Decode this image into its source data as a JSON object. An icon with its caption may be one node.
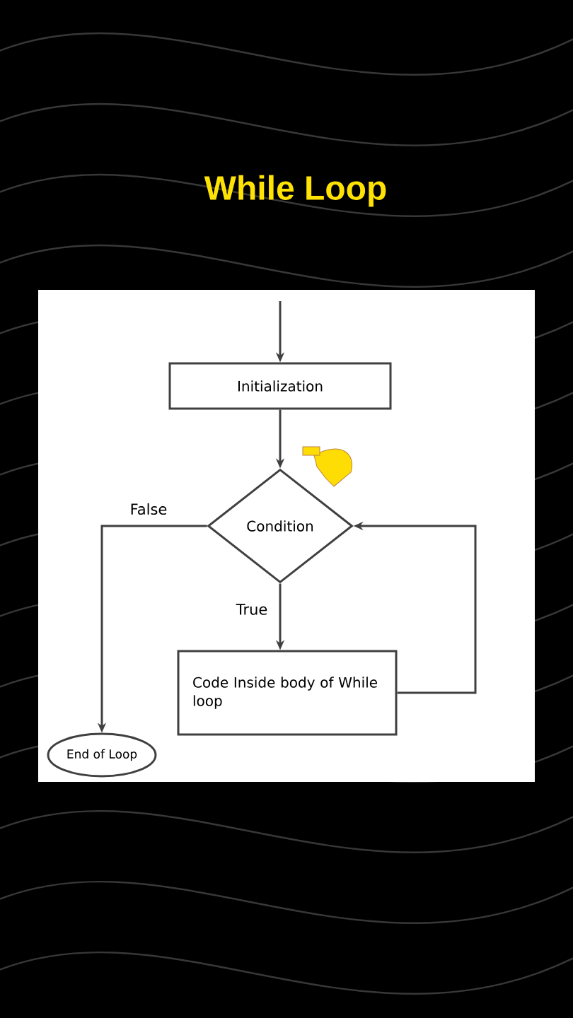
{
  "diagram": {
    "title": "While Loop",
    "nodes": [
      {
        "text": [
          "Initialization"
        ]
      },
      {
        "text": [
          "Condition"
        ]
      },
      {
        "text": [
          "Code Inside body of While loop"
        ]
      },
      {
        "text": [
          "End of Loop"
        ]
      }
    ],
    "edges": [
      {
        "from": null,
        "to": 0,
        "arrow": "to"
      },
      {
        "from": 0,
        "to": 1,
        "arrow": "to"
      },
      {
        "from": 1,
        "to": 2,
        "arrow": "to",
        "label": "True"
      },
      {
        "from": 2,
        "to": 1,
        "arrow": "to"
      },
      {
        "from": 1,
        "to": 3,
        "arrow": "to",
        "label": "False"
      }
    ]
  }
}
